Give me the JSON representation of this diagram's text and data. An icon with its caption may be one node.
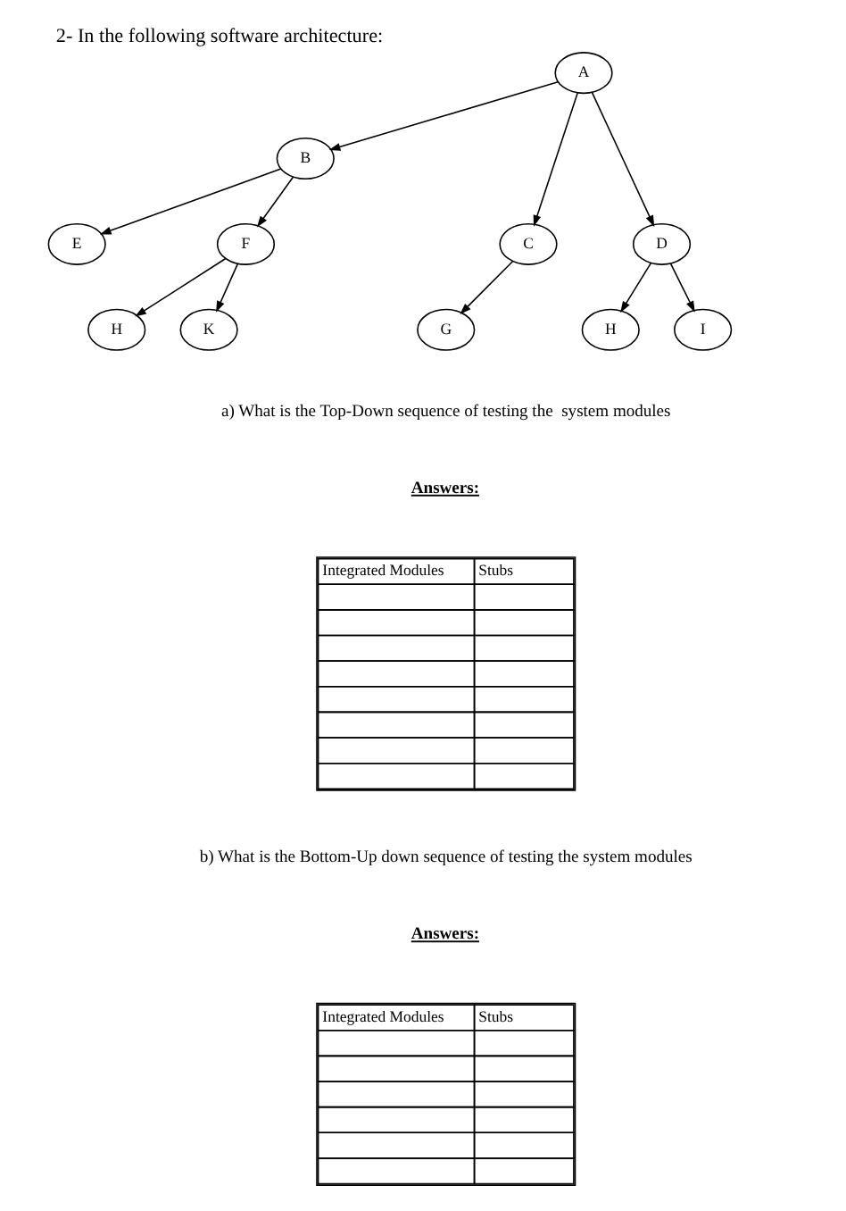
{
  "diagram": {
    "title": "2- In the following software architecture:",
    "nodes": [
      {
        "text": [
          "A"
        ]
      },
      {
        "text": [
          "B"
        ]
      },
      {
        "text": [
          "C"
        ]
      },
      {
        "text": [
          "D"
        ]
      },
      {
        "text": [
          "E"
        ]
      },
      {
        "text": [
          "F"
        ]
      },
      {
        "text": [
          "G"
        ]
      },
      {
        "text": [
          "H"
        ]
      },
      {
        "text": [
          "I"
        ]
      },
      {
        "text": [
          "H"
        ]
      },
      {
        "text": [
          "K"
        ]
      }
    ],
    "edges": [
      {
        "from": 0,
        "to": 1,
        "arrow": "to"
      },
      {
        "from": 0,
        "to": 2,
        "arrow": "to"
      },
      {
        "from": 0,
        "to": 3,
        "arrow": "to"
      },
      {
        "from": 1,
        "to": 4,
        "arrow": "to"
      },
      {
        "from": 1,
        "to": 5,
        "arrow": "to"
      },
      {
        "from": 2,
        "to": 6,
        "arrow": "to"
      },
      {
        "from": 3,
        "to": 7,
        "arrow": "to"
      },
      {
        "from": 3,
        "to": 8,
        "arrow": "to"
      },
      {
        "from": 5,
        "to": 9,
        "arrow": "to"
      },
      {
        "from": 5,
        "to": 10,
        "arrow": "to"
      }
    ],
    "labels": [
      "a) What is the Top-Down sequence of testing the  system modules",
      "Answers:",
      "Integrated Modules",
      "Stubs",
      "b) What is the Bottom-Up down sequence of testing the system modules",
      "Answers:",
      "Integrated Modules",
      "Stubs"
    ]
  }
}
